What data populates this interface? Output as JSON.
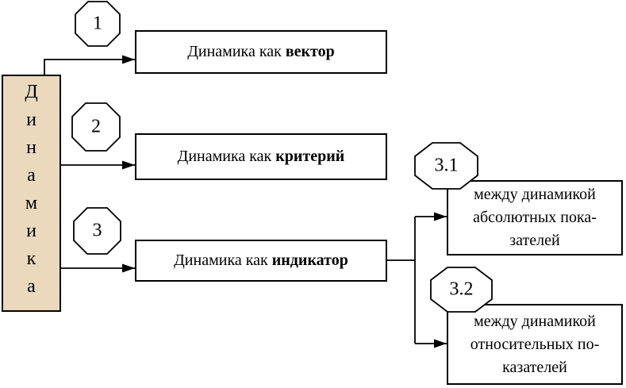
{
  "colors": {
    "root_box_fill": "#ead9bc",
    "stroke": "#000000",
    "background": "#ffffff"
  },
  "root_box": {
    "word": "Динамика",
    "letters": [
      "Д",
      "и",
      "н",
      "а",
      "м",
      "и",
      "к",
      "а"
    ]
  },
  "octagons": [
    {
      "label": "1"
    },
    {
      "label": "2"
    },
    {
      "label": "3"
    },
    {
      "label": "3.1"
    },
    {
      "label": "3.2"
    }
  ],
  "main_boxes": [
    {
      "prefix": "Динамика как ",
      "term": "вектор"
    },
    {
      "prefix": "Динамика как ",
      "term": "критерий"
    },
    {
      "prefix": "Динамика как ",
      "term": "индикатор"
    }
  ],
  "right_boxes": [
    {
      "lines": [
        "между динамикой",
        "абсолютных пока-",
        "зателей"
      ]
    },
    {
      "lines": [
        "между динамикой",
        "относительных по-",
        "казателей"
      ]
    }
  ]
}
